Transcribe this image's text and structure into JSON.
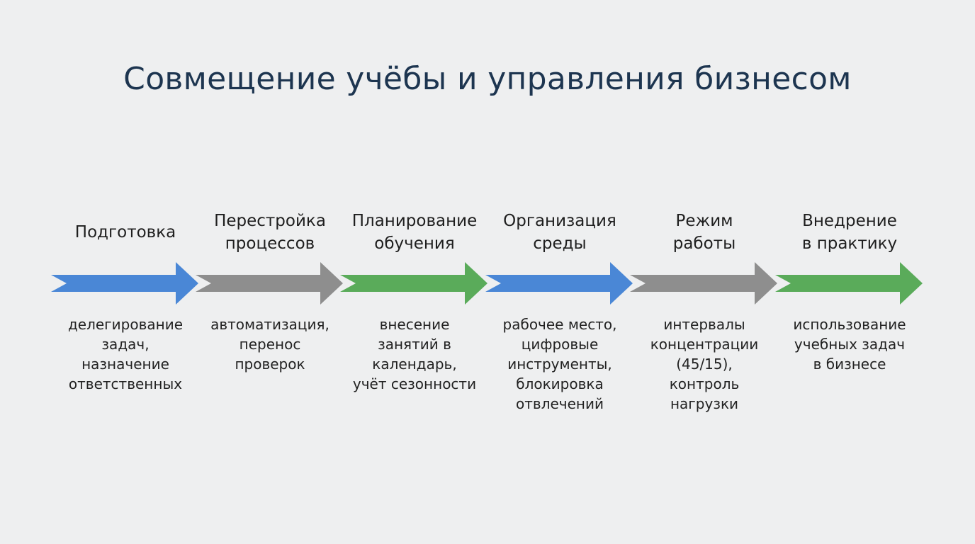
{
  "title": "Совмещение учёбы и управления бизнесом",
  "colors": {
    "blue": "#4a87d6",
    "gray": "#8e8e8e",
    "green": "#5aab5a"
  },
  "steps": [
    {
      "title": "Подготовка",
      "description": "делегирование\nзадач,\nназначение\nответственных",
      "color": "blue"
    },
    {
      "title": "Перестройка\nпроцессов",
      "description": "автоматизация,\nперенос\nпроверок",
      "color": "gray"
    },
    {
      "title": "Планирование\nобучения",
      "description": "внесение\nзанятий в\nкалендарь,\nучёт сезонности",
      "color": "green"
    },
    {
      "title": "Организация\nсреды",
      "description": "рабочее место,\nцифровые\nинструменты,\nблокировка\nотвлечений",
      "color": "blue"
    },
    {
      "title": "Режим\nработы",
      "description": "интервалы\nконцентрации\n(45/15),\nконтроль\nнагрузки",
      "color": "gray"
    },
    {
      "title": "Внедрение\nв практику",
      "description": "использование\nучебных задач\nв бизнесе",
      "color": "green"
    }
  ]
}
